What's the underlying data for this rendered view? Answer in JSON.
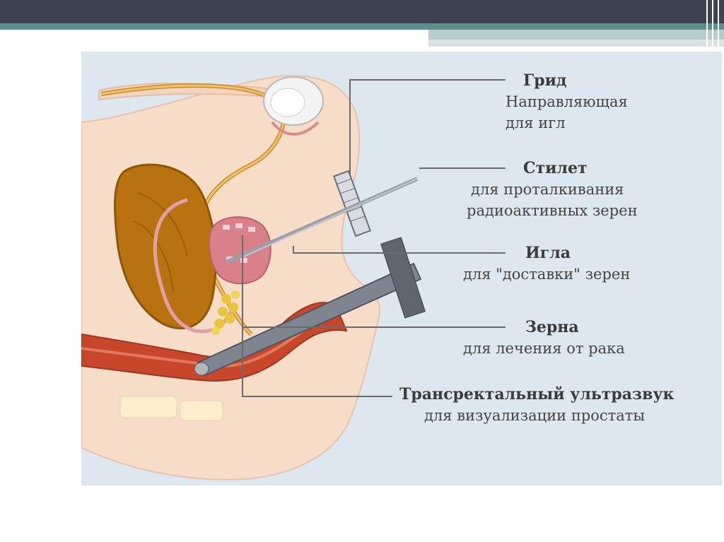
{
  "labels": {
    "grid": {
      "title": "Грид",
      "line1": "Направляющая",
      "line2": "для игл"
    },
    "stylet": {
      "title": "Стилет",
      "line1": "для проталкивания",
      "line2": "радиоактивных зерен"
    },
    "needle": {
      "title": "Игла",
      "line1": "для \"доставки\" зерен"
    },
    "seeds": {
      "title": "Зерна",
      "line1": "для лечения от рака"
    },
    "trus": {
      "title": "Трансректальный ультразвук",
      "line1": "для визуализации простаты"
    }
  },
  "colors": {
    "header_dark": "#3e4250",
    "header_teal": "#5a8f8c",
    "background": "#dde7ef",
    "skin": "#f7dcc8",
    "bladder": "#b8720f",
    "prostate": "#d9808a",
    "rectum": "#c8472b",
    "seeds": "#e9c53c"
  }
}
